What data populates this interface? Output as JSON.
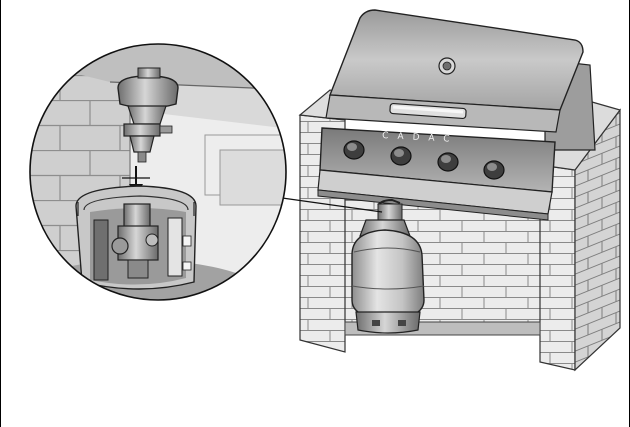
{
  "illustration": {
    "brand_label": "CADAC",
    "burner_knobs": 4,
    "palette": {
      "brick": "#e6e6e6",
      "brick_shadow": "#b9b9b9",
      "mortar": "#7a7a7a",
      "steel_light": "#d9d9d9",
      "steel_mid": "#a8a8a8",
      "steel_dark": "#555555",
      "line": "#1a1a1a",
      "page_border": "#000000",
      "background": "#ffffff"
    },
    "icons": {
      "detail_arrow": "arrow-down-icon",
      "callout_line": "leader-line"
    }
  }
}
